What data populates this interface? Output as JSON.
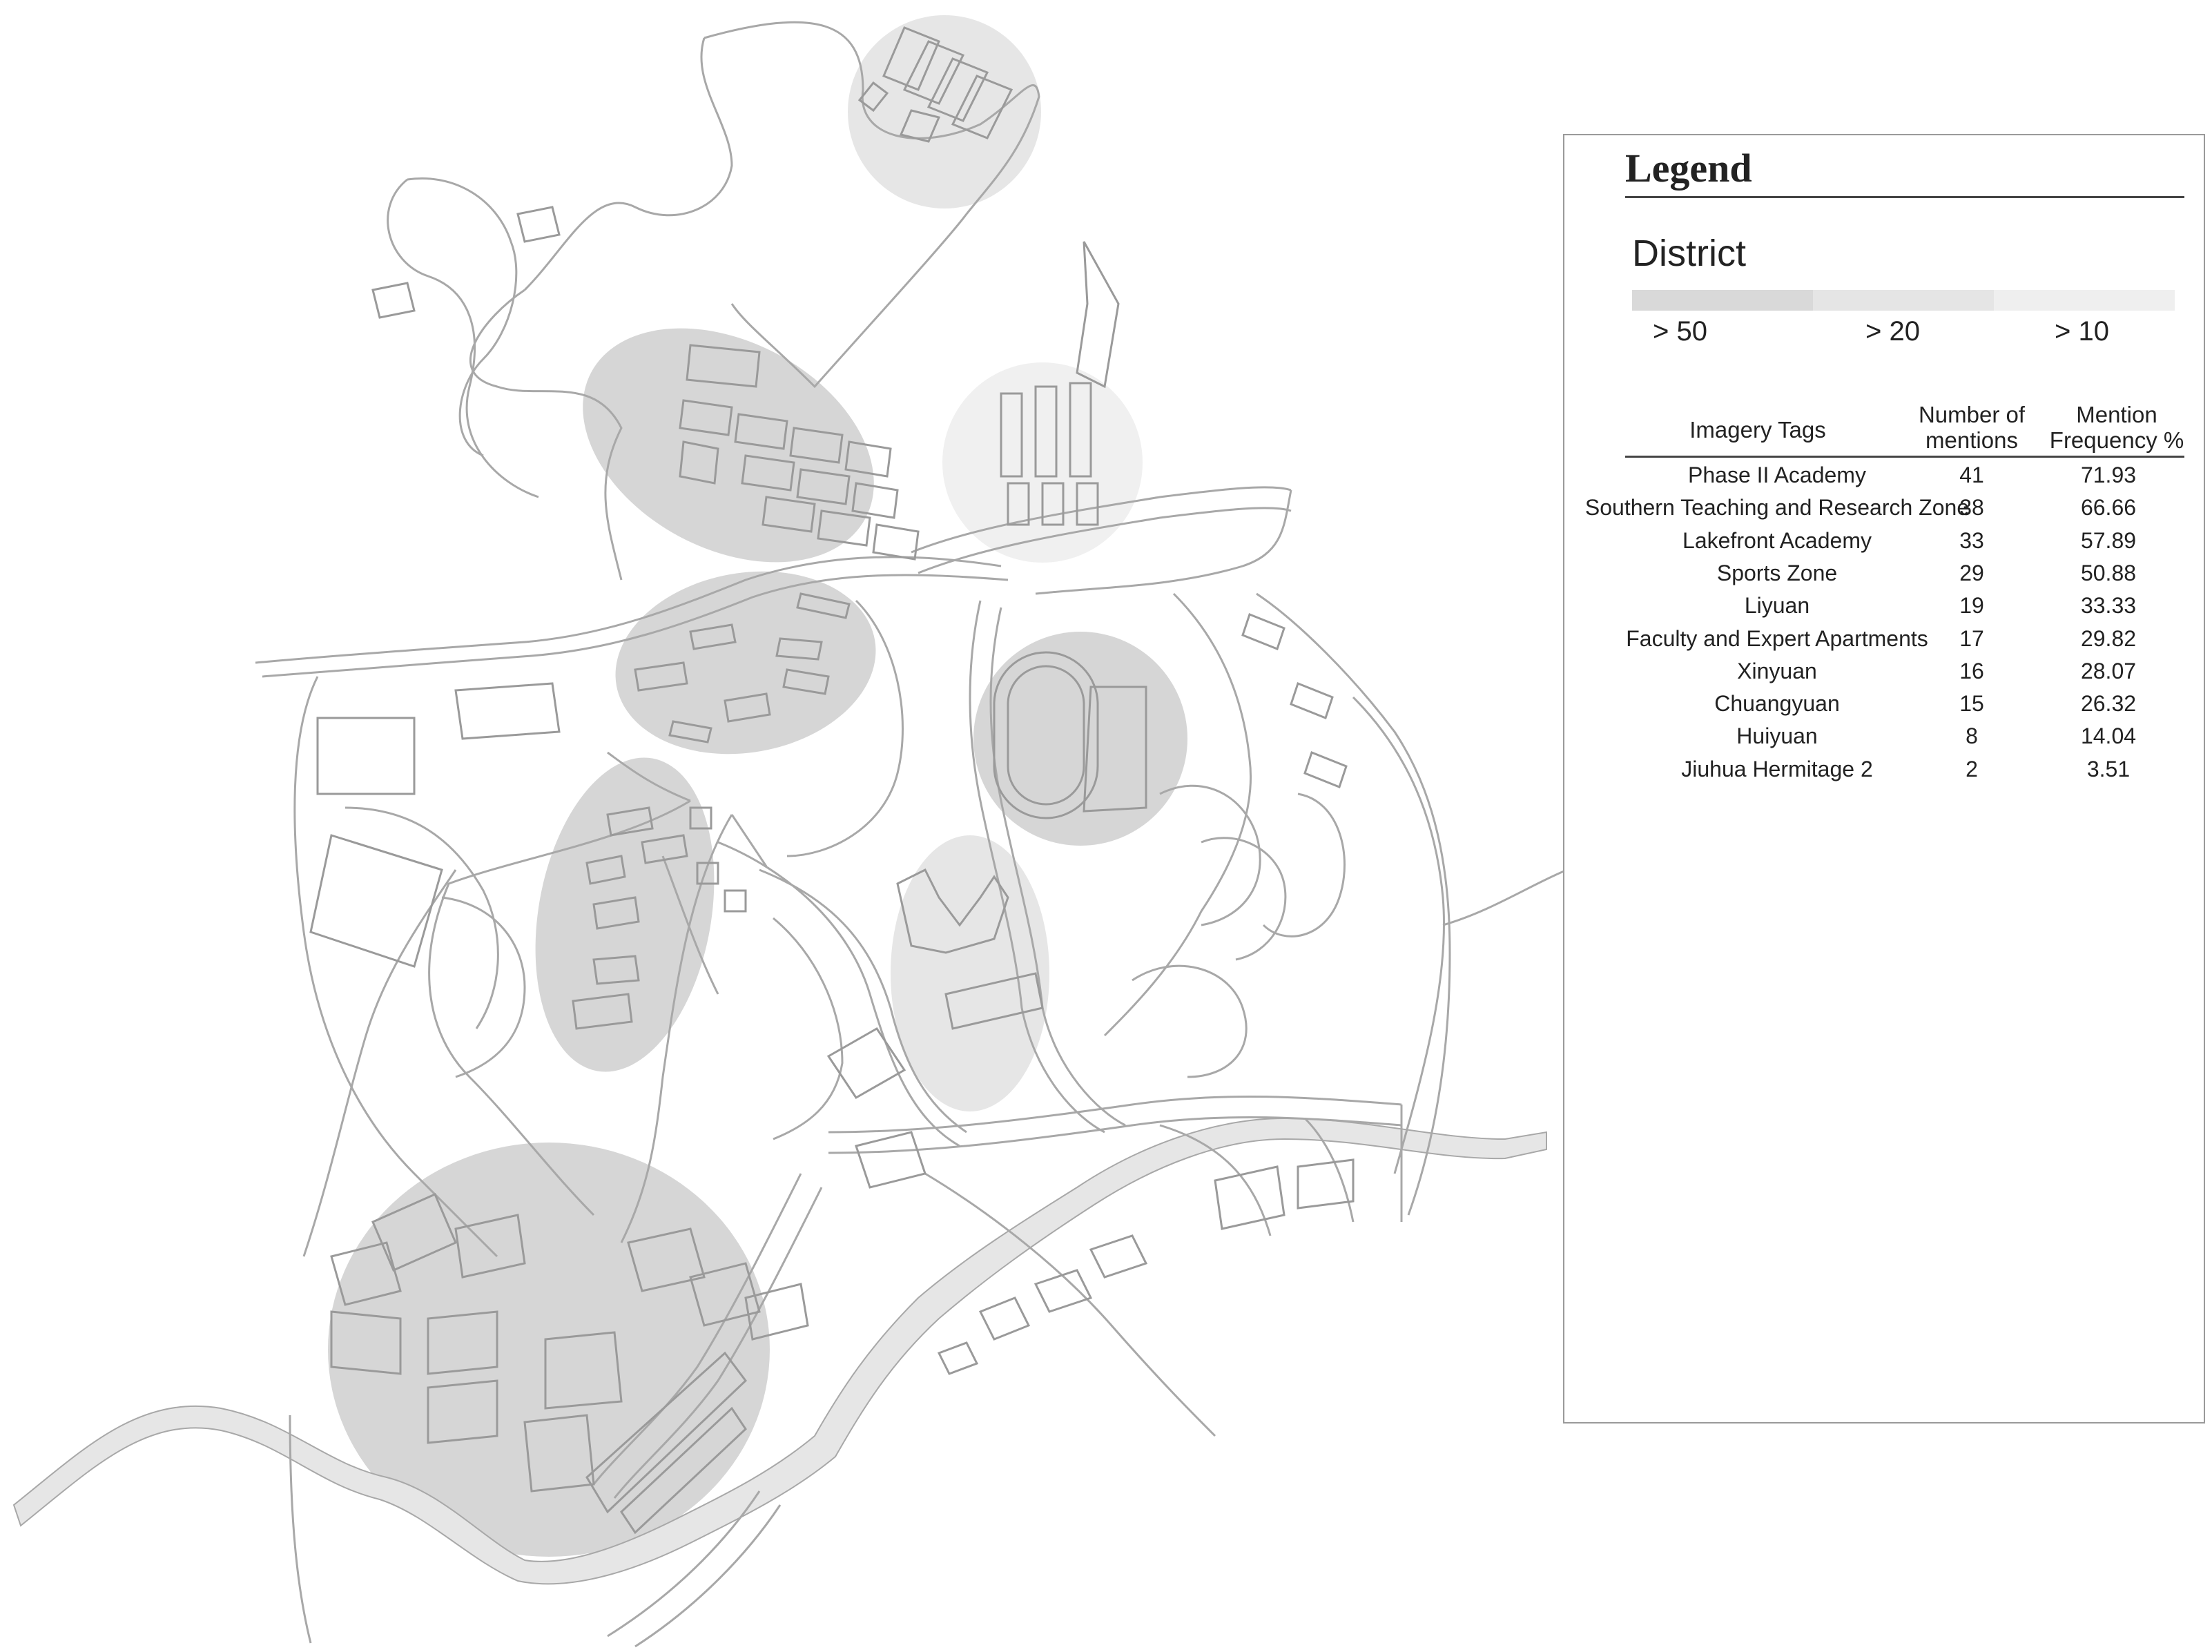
{
  "legend": {
    "title": "Legend",
    "district_title": "District",
    "scale": [
      {
        "label": "> 50",
        "color": "#d9d9d9"
      },
      {
        "label": "> 20",
        "color": "#e5e5e5"
      },
      {
        "label": "> 10",
        "color": "#efefef"
      }
    ]
  },
  "table": {
    "headers": {
      "tag": "Imagery Tags",
      "mentions": [
        "Number of",
        "mentions"
      ],
      "frequency": [
        "Mention",
        "Frequency %"
      ]
    },
    "rows": [
      {
        "tag": "Phase II Academy",
        "mentions": "41",
        "frequency": "71.93"
      },
      {
        "tag": "Southern Teaching and Research Zone",
        "mentions": "38",
        "frequency": "66.66"
      },
      {
        "tag": "Lakefront Academy",
        "mentions": "33",
        "frequency": "57.89"
      },
      {
        "tag": "Sports Zone",
        "mentions": "29",
        "frequency": "50.88"
      },
      {
        "tag": "Liyuan",
        "mentions": "19",
        "frequency": "33.33"
      },
      {
        "tag": "Faculty and Expert Apartments",
        "mentions": "17",
        "frequency": "29.82"
      },
      {
        "tag": "Xinyuan",
        "mentions": "16",
        "frequency": "28.07"
      },
      {
        "tag": "Chuangyuan",
        "mentions": "15",
        "frequency": "26.32"
      },
      {
        "tag": "Huiyuan",
        "mentions": "8",
        "frequency": "14.04"
      },
      {
        "tag": "Jiuhua Hermitage 2",
        "mentions": "2",
        "frequency": "3.51"
      }
    ]
  },
  "map": {
    "line_color": "#a8a8a8",
    "river_color": "#e6e6e6",
    "district_colors": {
      "high": "#bdbdbd",
      "mid": "#d6d6d6",
      "low": "#e6e6e6"
    }
  }
}
